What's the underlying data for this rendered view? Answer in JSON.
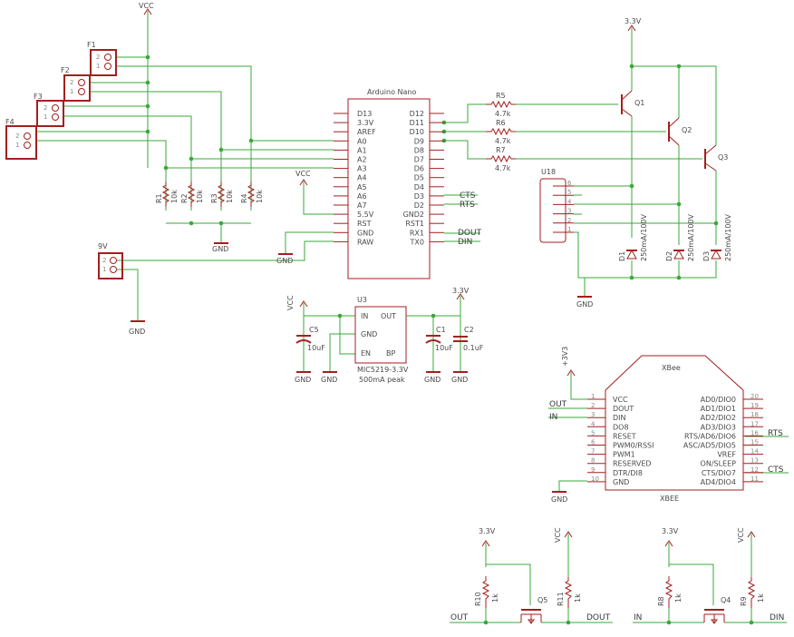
{
  "power": {
    "vcc": "VCC",
    "v33": "3.3V",
    "gnd": "GND",
    "xbee_supply": "+3V3",
    "battery": "9V"
  },
  "fuses": [
    "F1",
    "F2",
    "F3",
    "F4"
  ],
  "pin_numbers": {
    "two": "2",
    "one": "1"
  },
  "resistors": {
    "r1": "R1",
    "r2": "R2",
    "r3": "R3",
    "r4": "R4",
    "r5": "R5",
    "r6": "R6",
    "r7": "R7",
    "r8": "R8",
    "r9": "R9",
    "r10": "R10",
    "r11": "R11",
    "val_10k": "10k",
    "val_4k7": "4.7k",
    "val_1k": "1k"
  },
  "arduino": {
    "title": "Arduino Nano",
    "left_pins": [
      "D13",
      "3.3V",
      "AREF",
      "A0",
      "A1",
      "A2",
      "A3",
      "A4",
      "A5",
      "A6",
      "A7",
      "5.5V",
      "RST",
      "GND",
      "RAW"
    ],
    "right_pins": [
      "D12",
      "D11",
      "D10",
      "D9",
      "D8",
      "D7",
      "D6",
      "D5",
      "D4",
      "D3",
      "D2",
      "GND2",
      "RST1",
      "RX1",
      "TX0"
    ]
  },
  "nets": {
    "cts": "CTS",
    "rts": "RTS",
    "dout": "DOUT",
    "din": "DIN",
    "out": "OUT",
    "in": "IN"
  },
  "transistors": {
    "q1": "Q1",
    "q2": "Q2",
    "q3": "Q3",
    "q4": "Q4",
    "q5": "Q5"
  },
  "header": {
    "name": "U18",
    "pins": [
      "6",
      "5",
      "4",
      "3",
      "2",
      "1"
    ]
  },
  "diodes": {
    "d1": "D1",
    "d2": "D2",
    "d3": "D3",
    "rating": "250mA/100V"
  },
  "regulator": {
    "name": "U3",
    "pin_in": "IN",
    "pin_out": "OUT",
    "pin_gnd": "GND",
    "pin_en": "EN",
    "pin_bp": "BP",
    "part": "MIC5219-3.3V",
    "peak": "500mA peak"
  },
  "caps": {
    "c1": "C1",
    "c2": "C2",
    "c5": "C5",
    "c1_val": "10uF",
    "c2_val": "0.1uF",
    "c5_val": "10uF"
  },
  "xbee": {
    "title": "XBee",
    "label": "XBEE",
    "left_pins": [
      {
        "num": "1",
        "name": "VCC"
      },
      {
        "num": "2",
        "name": "DOUT"
      },
      {
        "num": "3",
        "name": "DIN"
      },
      {
        "num": "4",
        "name": "DO8"
      },
      {
        "num": "5",
        "name": "RESET"
      },
      {
        "num": "6",
        "name": "PWM0/RSSI"
      },
      {
        "num": "7",
        "name": "PWM1"
      },
      {
        "num": "8",
        "name": "RESERVED"
      },
      {
        "num": "9",
        "name": "DTR/DI8"
      },
      {
        "num": "10",
        "name": "GND"
      }
    ],
    "right_pins": [
      {
        "num": "20",
        "name": "AD0/DIO0"
      },
      {
        "num": "19",
        "name": "AD1/DIO1"
      },
      {
        "num": "18",
        "name": "AD2/DIO2"
      },
      {
        "num": "17",
        "name": "AD3/DIO3"
      },
      {
        "num": "16",
        "name": "RTS/AD6/DIO6"
      },
      {
        "num": "15",
        "name": "ASC/AD5/DIO5"
      },
      {
        "num": "14",
        "name": "VREF"
      },
      {
        "num": "13",
        "name": "ON/SLEEP"
      },
      {
        "num": "12",
        "name": "CTS/DIO7"
      },
      {
        "num": "11",
        "name": "AD4/DIO4"
      }
    ]
  },
  "colors": {
    "wire": "#3aa83a",
    "part": "#a31f1f",
    "text": "#4a4a4a",
    "background": "#ffffff"
  }
}
